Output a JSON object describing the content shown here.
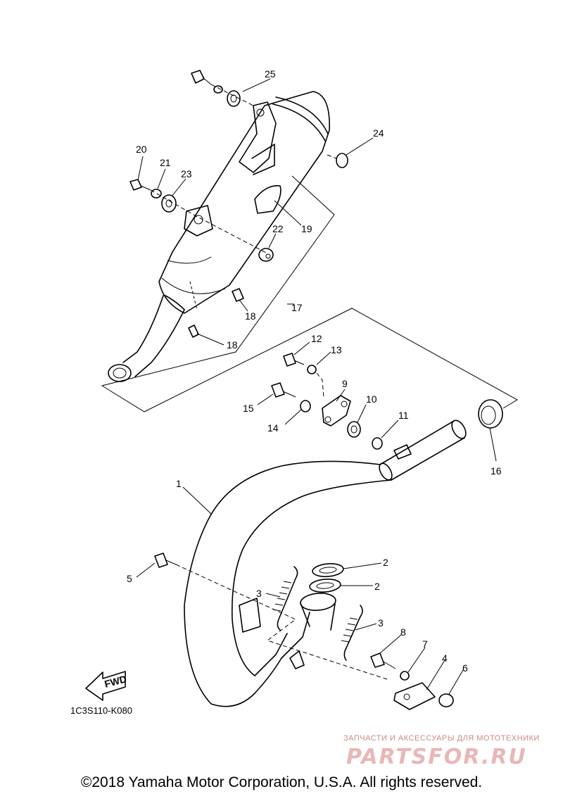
{
  "diagram_code": "1C3S110-K080",
  "fwd_label": "FWD",
  "copyright": "©2018 Yamaha Motor Corporation, U.S.A. All rights reserved.",
  "watermark": {
    "tagline": "ЗАПЧАСТИ И АКСЕССУАРЫ ДЛЯ МОТОТЕХНИКИ",
    "logo": "PARTSFOR.RU"
  },
  "callouts": [
    {
      "id": "c25",
      "label": "25"
    },
    {
      "id": "c24",
      "label": "24"
    },
    {
      "id": "c20",
      "label": "20"
    },
    {
      "id": "c21",
      "label": "21"
    },
    {
      "id": "c23",
      "label": "23"
    },
    {
      "id": "c22",
      "label": "22"
    },
    {
      "id": "c19",
      "label": "19"
    },
    {
      "id": "c18a",
      "label": "18"
    },
    {
      "id": "c17",
      "label": "17"
    },
    {
      "id": "c18b",
      "label": "18"
    },
    {
      "id": "c12",
      "label": "12"
    },
    {
      "id": "c13",
      "label": "13"
    },
    {
      "id": "c9",
      "label": "9"
    },
    {
      "id": "c15",
      "label": "15"
    },
    {
      "id": "c10",
      "label": "10"
    },
    {
      "id": "c11",
      "label": "11"
    },
    {
      "id": "c14",
      "label": "14"
    },
    {
      "id": "c16",
      "label": "16"
    },
    {
      "id": "c1",
      "label": "1"
    },
    {
      "id": "c2a",
      "label": "2"
    },
    {
      "id": "c2b",
      "label": "2"
    },
    {
      "id": "c5",
      "label": "5"
    },
    {
      "id": "c3a",
      "label": "3"
    },
    {
      "id": "c3b",
      "label": "3"
    },
    {
      "id": "c8",
      "label": "8"
    },
    {
      "id": "c7",
      "label": "7"
    },
    {
      "id": "c4",
      "label": "4"
    },
    {
      "id": "c6",
      "label": "6"
    }
  ]
}
